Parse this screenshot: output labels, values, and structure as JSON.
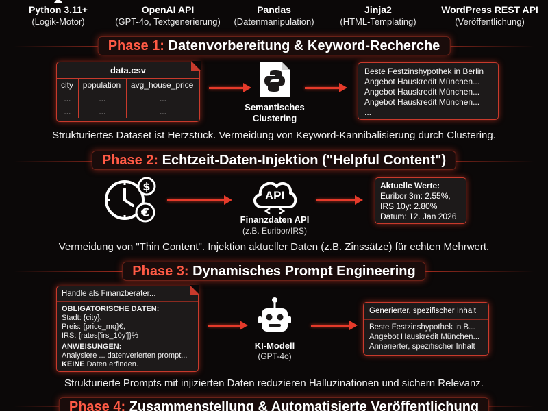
{
  "tech_stack": [
    {
      "name": "Python 3.11+",
      "desc": "(Logik-Motor)"
    },
    {
      "name": "OpenAI API",
      "desc": "(GPT-4o, Textgenerierung)"
    },
    {
      "name": "Pandas",
      "desc": "(Datenmanipulation)"
    },
    {
      "name": "Jinja2",
      "desc": "(HTML-Templating)"
    },
    {
      "name": "WordPress REST API",
      "desc": "(Veröffentlichung)"
    }
  ],
  "phase1": {
    "num": "Phase 1:",
    "title": "Datenvorbereitung & Keyword-Recherche",
    "csv_title": "data.csv",
    "csv_header": [
      "city",
      "population",
      "avg_house_price"
    ],
    "csv_rows": [
      [
        "...",
        "...",
        "..."
      ],
      [
        "...",
        "...",
        "..."
      ]
    ],
    "node_label_1": "Semantisches",
    "node_label_2": "Clustering",
    "keywords": [
      "Beste Festzinshypothek in Berlin",
      "Angebot Hauskredit München...",
      "Angebot Hauskredit München...",
      "Angebot Hauskredit München...",
      "..."
    ],
    "caption": "Strukturiertes Dataset ist Herzstück. Vermeidung von Keyword-Kannibalisierung durch Clustering."
  },
  "phase2": {
    "num": "Phase 2:",
    "title": "Echtzeit-Daten-Injektion (\"Helpful Content\")",
    "api_text": "API",
    "node_label": "Finanzdaten API",
    "node_sub": "(z.B. Euribor/IRS)",
    "values_title": "Aktuelle Werte:",
    "values": [
      "Euribor 3m: 2.55%,",
      "IRS 10y: 2.80%",
      "Datum: 12. Jan 2026"
    ],
    "caption": "Vermeidung von \"Thin Content\". Injektion aktueller Daten (z.B. Zinssätze) für echten Mehrwert."
  },
  "phase3": {
    "num": "Phase 3:",
    "title": "Dynamisches Prompt Engineering",
    "prompt_head": "Handle als Finanzberater...",
    "required_title": "OBLIGATORISCHE DATEN:",
    "required_lines": [
      "Stadt: {city},",
      "Preis: {price_mq}€,",
      "IRS: {rates['irs_10y']}%"
    ],
    "instructions_title": "ANWEISUNGEN:",
    "instructions_line": "Analysiere ... datenverierten  prompt...",
    "instructions_bold": "KEINE",
    "instructions_rest": " Daten erfinden.",
    "node_label": "KI-Modell",
    "node_sub": "(GPT-4o)",
    "output_title": "Generierter, spezifischer Inhalt",
    "output_lines": [
      "Beste Festzinshypothek in B...",
      "Angebot Hauskredit München...",
      "Annerierter, spezifischer Inhalt"
    ],
    "caption": "Strukturierte Prompts mit injizierten Daten reduzieren Halluzinationen und sichern Relevanz."
  },
  "phase4": {
    "num": "Phase 4:",
    "title": "Zusammenstellung & Automatisierte Veröffentlichung"
  },
  "colors": {
    "accent": "#e53a2a",
    "background": "#0b0808",
    "box": "#1d1a1a"
  }
}
